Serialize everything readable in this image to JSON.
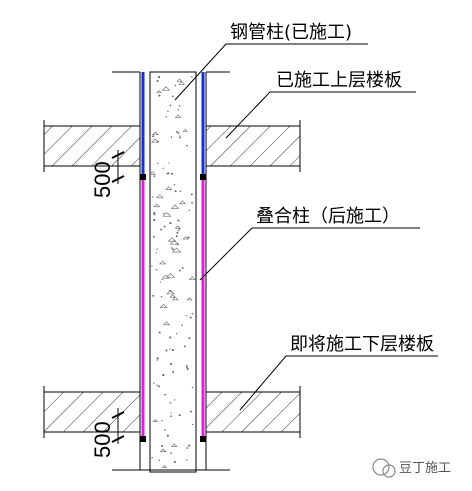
{
  "labels": {
    "steel_pipe_column": "钢管柱(已施工)",
    "upper_floor_slab": "已施工上层楼板",
    "composite_column": "叠合柱（后施工）",
    "lower_floor_slab": "即将施工下层楼板"
  },
  "dimensions": {
    "upper_dim": "500",
    "lower_dim": "500"
  },
  "watermark": {
    "text": "豆丁施工"
  },
  "colors": {
    "steel_pipe": "#1a2fd6",
    "composite": "#e020d8",
    "line": "#000000",
    "speckle": "#666666"
  }
}
